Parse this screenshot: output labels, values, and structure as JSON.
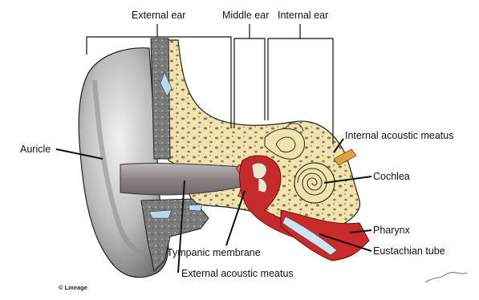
{
  "sections": {
    "external_ear": "External ear",
    "middle_ear": "Middle ear",
    "internal_ear": "Internal ear"
  },
  "labels": {
    "auricle": "Auricle",
    "internal_acoustic_meatus": "Internal acoustic meatus",
    "cochlea": "Cochlea",
    "pharynx": "Pharynx",
    "eustachian_tube": "Eustachian tube",
    "tympanic_membrane": "Tympanic membrane",
    "external_acoustic_meatus": "External acoustic meatus"
  },
  "credit": "© Lineage",
  "colors": {
    "bone": "#efe3b0",
    "bone_holes": "#7d6d45",
    "canal": "#8f8585",
    "auricle_skin": "#b9b9b9",
    "cartilage": "#8a8a8a",
    "muscle_red": "#c62b2b",
    "outline": "#222222"
  }
}
